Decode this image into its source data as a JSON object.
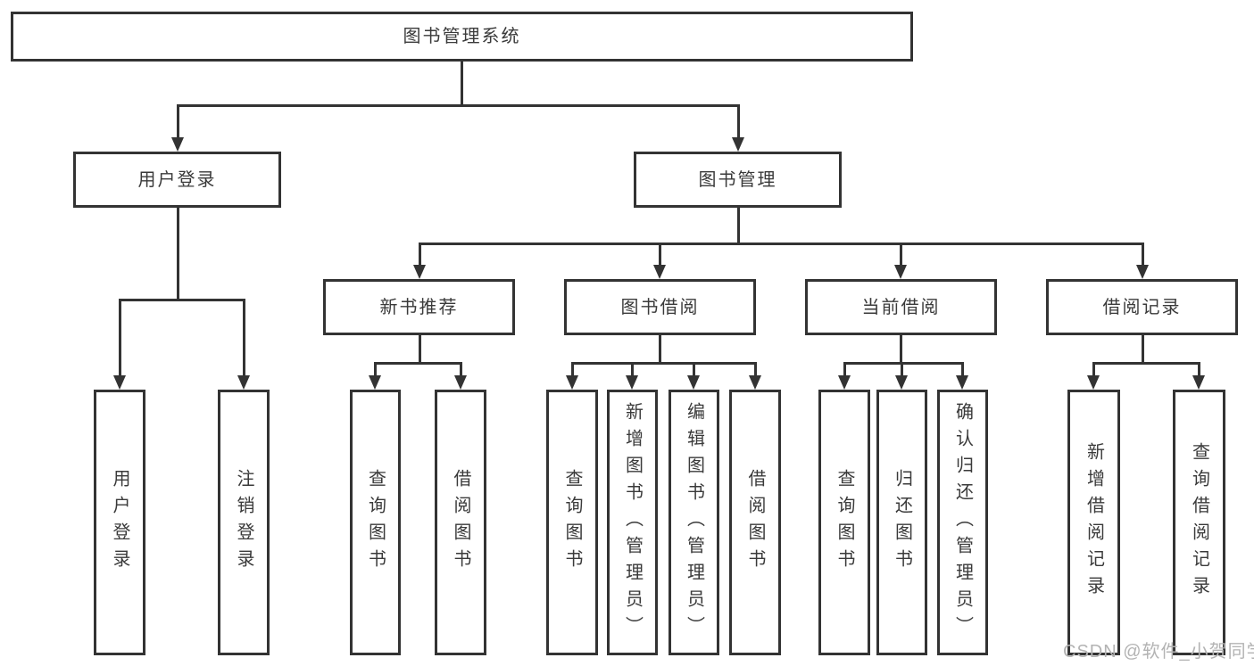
{
  "diagram": {
    "title": "图书管理系统",
    "nodes": {
      "root": {
        "label": "图书管理系统"
      },
      "user_login": {
        "label": "用户登录"
      },
      "book_mgmt": {
        "label": "图书管理"
      },
      "new_book_rec": {
        "label": "新书推荐"
      },
      "book_borrow": {
        "label": "图书借阅"
      },
      "current_borrow": {
        "label": "当前借阅"
      },
      "borrow_records": {
        "label": "借阅记录"
      },
      "leaf_user_login": {
        "label": "用户登录"
      },
      "leaf_logout": {
        "label": "注销登录"
      },
      "rec_query_books": {
        "label": "查询图书"
      },
      "rec_borrow_books": {
        "label": "借阅图书"
      },
      "bb_query_books": {
        "label": "查询图书"
      },
      "bb_add_books": {
        "label": "新增图书（管理员）"
      },
      "bb_edit_books": {
        "label": "编辑图书（管理员）"
      },
      "bb_borrow_books": {
        "label": "借阅图书"
      },
      "cb_query_books": {
        "label": "查询图书"
      },
      "cb_return_books": {
        "label": "归还图书"
      },
      "cb_confirm_return": {
        "label": "确认归还（管理员）"
      },
      "br_add_record": {
        "label": "新增借阅记录"
      },
      "br_query_record": {
        "label": "查询借阅记录"
      }
    },
    "hierarchy": {
      "root": [
        "user_login",
        "book_mgmt"
      ],
      "user_login": [
        "leaf_user_login",
        "leaf_logout"
      ],
      "book_mgmt": [
        "new_book_rec",
        "book_borrow",
        "current_borrow",
        "borrow_records"
      ],
      "new_book_rec": [
        "rec_query_books",
        "rec_borrow_books"
      ],
      "book_borrow": [
        "bb_query_books",
        "bb_add_books",
        "bb_edit_books",
        "bb_borrow_books"
      ],
      "current_borrow": [
        "cb_query_books",
        "cb_return_books",
        "cb_confirm_return"
      ],
      "borrow_records": [
        "br_add_record",
        "br_query_record"
      ]
    },
    "colors": {
      "line": "#333333",
      "text": "#3a3a3a",
      "background": "#ffffff",
      "watermark": "#b3b3b3"
    }
  },
  "watermark": {
    "text": "CSDN @软件_小贺同学"
  }
}
